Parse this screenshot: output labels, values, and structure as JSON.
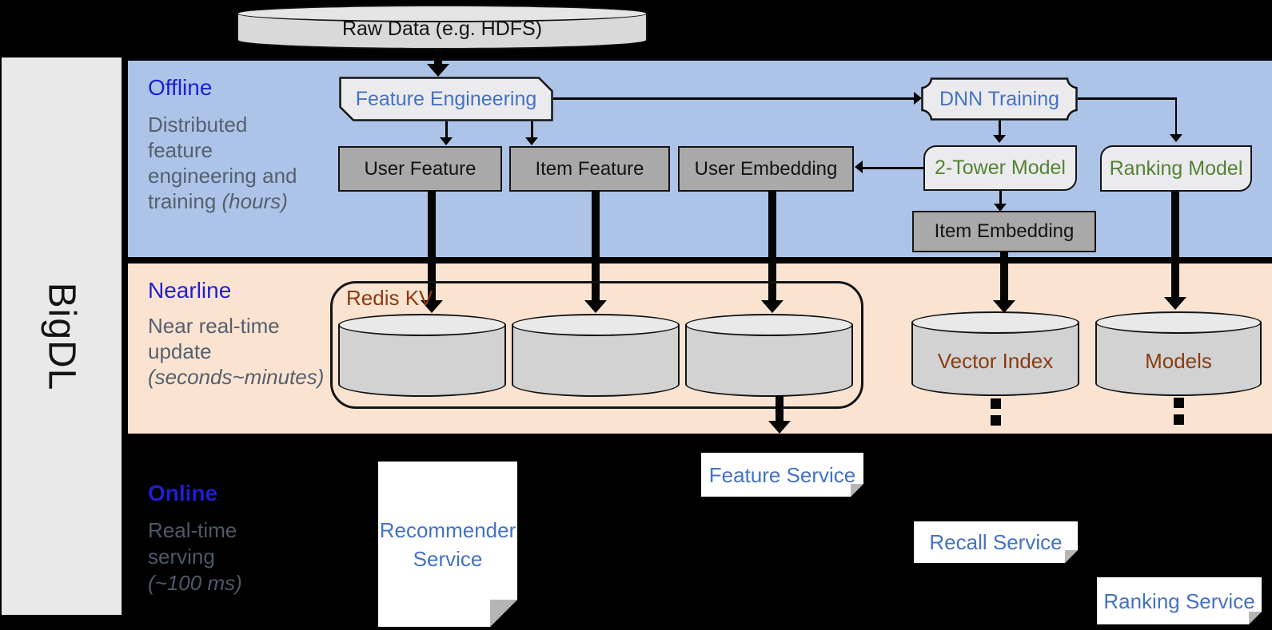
{
  "brand": "BigDL",
  "lanes": {
    "offline": {
      "title": "Offline",
      "line1": "Distributed",
      "line2": "feature",
      "line3": "engineering and",
      "line4_regular": "training ",
      "line4_italic": "(hours)"
    },
    "nearline": {
      "title": "Nearline",
      "line1": "Near real-time",
      "line2": "update",
      "line3_italic": "(seconds~minutes)"
    },
    "online": {
      "title": "Online",
      "line1": "Real-time",
      "line2": "serving",
      "line3_italic": "(~100 ms)"
    }
  },
  "nodes": {
    "raw_data": "Raw Data (e.g. HDFS)",
    "feature_engineering": "Feature Engineering",
    "dnn_training": "DNN Training",
    "user_feature": "User Feature",
    "item_feature": "Item Feature",
    "user_embedding": "User Embedding",
    "item_embedding": "Item Embedding",
    "two_tower_model": "2-Tower Model",
    "ranking_model": "Ranking Model",
    "redis_kv": "Redis KV",
    "vector_index": "Vector Index",
    "models": "Models"
  },
  "services": {
    "recommender_line1": "Recommender",
    "recommender_line2": "Service",
    "feature_service": "Feature Service",
    "recall_service": "Recall Service",
    "ranking_service": "Ranking Service"
  },
  "colors": {
    "band_offline_blue": "#adc4e8",
    "band_nearline_peach": "#fbe3d2",
    "background_black": "#000000",
    "lane_title_blue": "#1f1fd0",
    "subtitle_gray": "#55606e",
    "shape_text_blue": "#4472c4",
    "model_text_green": "#548235",
    "storage_text_brown": "#8a3c10",
    "gray_node_fill": "#a9a9a9",
    "light_shape_fill": "#ebebed",
    "brand_bar_gray": "#e9e9e9"
  }
}
